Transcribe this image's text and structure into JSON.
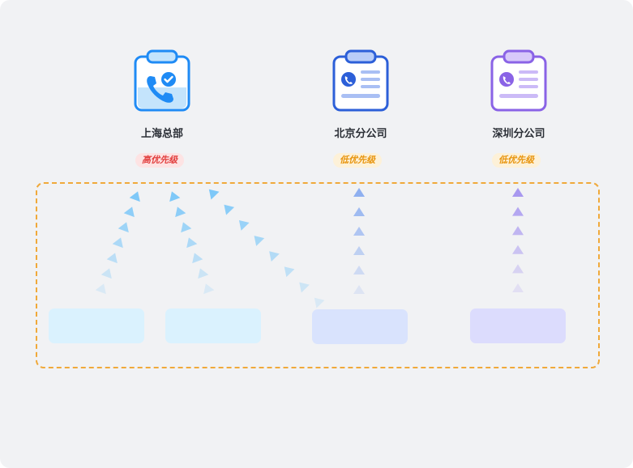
{
  "offices": [
    {
      "name": "上海总部",
      "priority": "高优先级",
      "priority_level": "high",
      "theme": "#1f8bf5",
      "icon": "phone-check-clipboard-icon"
    },
    {
      "name": "北京分公司",
      "priority": "低优先级",
      "priority_level": "low",
      "theme": "#2c5fd8",
      "icon": "contact-card-icon"
    },
    {
      "name": "深圳分公司",
      "priority": "低优先级",
      "priority_level": "low",
      "theme": "#8a63e6",
      "icon": "contact-card-icon"
    }
  ],
  "colors": {
    "frame": "#f0a93a",
    "agent_cyan": "#daf2fe",
    "agent_blue": "#d9e3fd",
    "agent_purple": "#dcdcfd",
    "arrow_cyan": "#7ec8f8",
    "arrow_blue": "#8fb0f0",
    "arrow_purple": "#a898ef"
  }
}
